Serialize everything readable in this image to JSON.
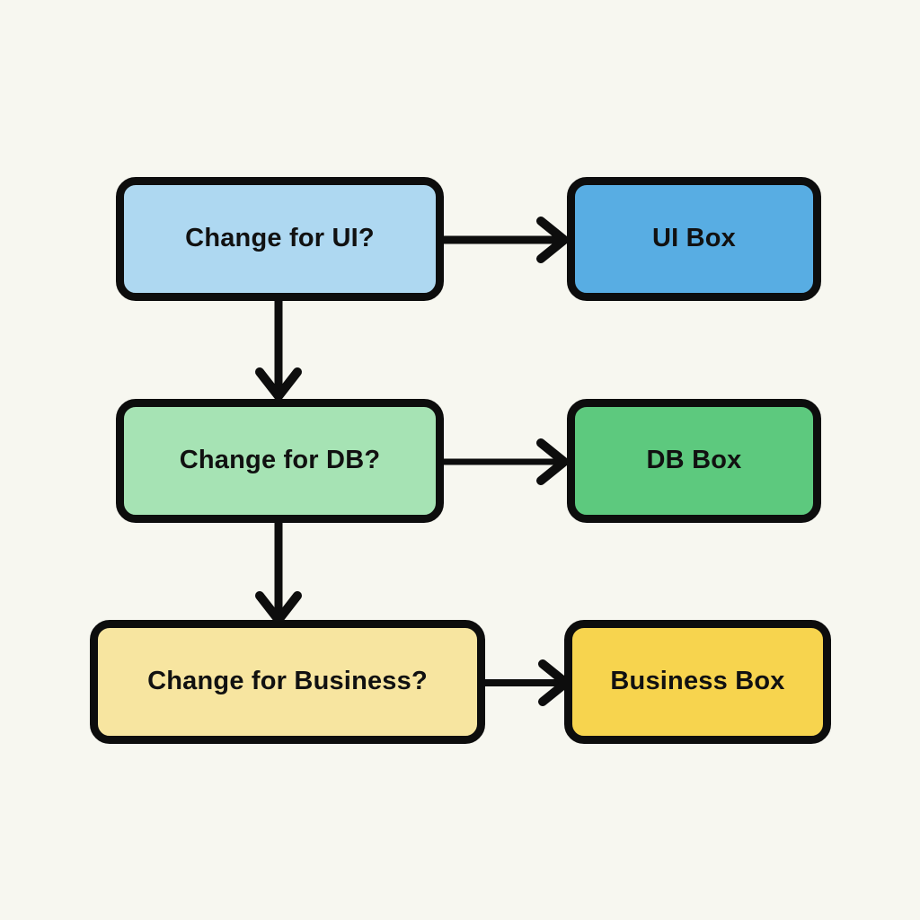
{
  "diagram": {
    "title": "Change impact routing flowchart",
    "background_color": "#f7f7f0",
    "stroke_color": "#0d0d0d",
    "text_color": "#111111",
    "nodes": [
      {
        "id": "change-ui",
        "label": "Change for UI?",
        "fill": "#aed8f1",
        "row": 1,
        "column": "left",
        "shape": "rounded-rectangle"
      },
      {
        "id": "ui-box",
        "label": "UI Box",
        "fill": "#58ade3",
        "row": 1,
        "column": "right",
        "shape": "rounded-rectangle"
      },
      {
        "id": "change-db",
        "label": "Change for DB?",
        "fill": "#a6e3b4",
        "row": 2,
        "column": "left",
        "shape": "rounded-rectangle"
      },
      {
        "id": "db-box",
        "label": "DB Box",
        "fill": "#5dc97e",
        "row": 2,
        "column": "right",
        "shape": "rounded-rectangle"
      },
      {
        "id": "change-business",
        "label": "Change for Business?",
        "fill": "#f7e5a0",
        "row": 3,
        "column": "left",
        "shape": "rounded-rectangle"
      },
      {
        "id": "business-box",
        "label": "Business Box",
        "fill": "#f7d44e",
        "row": 3,
        "column": "right",
        "shape": "rounded-rectangle"
      }
    ],
    "edges": [
      {
        "id": "ui-to-uibox",
        "from": "change-ui",
        "to": "ui-box",
        "label": "",
        "direction": "right"
      },
      {
        "id": "db-to-dbbox",
        "from": "change-db",
        "to": "db-box",
        "label": "",
        "direction": "right"
      },
      {
        "id": "biz-to-bizbox",
        "from": "change-business",
        "to": "business-box",
        "label": "",
        "direction": "right"
      },
      {
        "id": "ui-to-db",
        "from": "change-ui",
        "to": "change-db",
        "label": "",
        "direction": "down"
      },
      {
        "id": "db-to-biz",
        "from": "change-db",
        "to": "change-business",
        "label": "",
        "direction": "down"
      }
    ]
  }
}
